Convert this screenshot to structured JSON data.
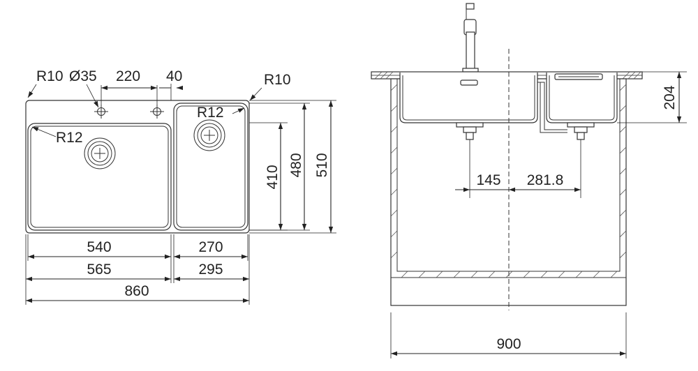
{
  "top_view": {
    "labels": {
      "corner_radius_left": "R10",
      "tap_hole_diameter": "Ø35",
      "tap_spacing": "220",
      "tap_offset": "40",
      "corner_radius_right": "R10",
      "inner_radius_left": "R12",
      "inner_radius_right": "R12"
    },
    "dimensions": {
      "small_bowl_length": "410",
      "small_bowl_outer_length": "480",
      "overall_depth": "510",
      "large_bowl_inner_width": "540",
      "small_bowl_inner_width": "270",
      "large_bowl_outer_width": "565",
      "small_bowl_outer_width": "295",
      "overall_width": "860"
    }
  },
  "front_view": {
    "dimensions": {
      "bowl_depth": "204",
      "drain_offset_left": "145",
      "drain_offset_right": "281.8",
      "cabinet_width": "900"
    }
  }
}
